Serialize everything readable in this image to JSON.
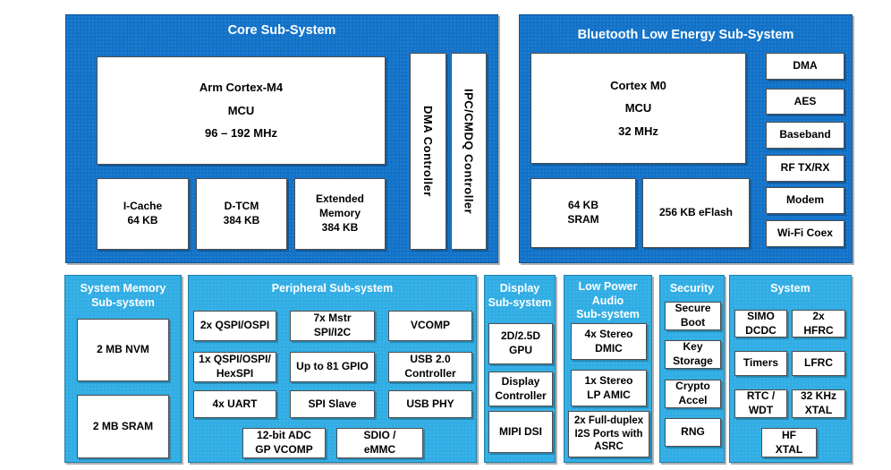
{
  "colors": {
    "dark_blue": "#1272C8",
    "light_blue": "#30ADE4",
    "block_background": "#FFFFFF",
    "header_text": "#FFFFFF",
    "block_text": "#000000"
  },
  "core": {
    "title": "Core Sub-System",
    "mcu_label": "Arm Cortex-M4\nMCU\n96 – 192 MHz",
    "icache_label": "I-Cache\n64 KB",
    "dtcm_label": "D-TCM\n384 KB",
    "extmem_label": "Extended\nMemory\n384 KB",
    "dma_controller_label": "DMA Controller",
    "ipc_controller_label": "IPC/CMDQ Controller"
  },
  "ble": {
    "title": "Bluetooth Low Energy Sub-System",
    "mcu_label": "Cortex M0\nMCU\n32 MHz",
    "sram_label": "64 KB\nSRAM",
    "eflash_label": "256 KB eFlash",
    "side_blocks": [
      "DMA",
      "AES",
      "Baseband",
      "RF TX/RX",
      "Modem",
      "Wi-Fi Coex"
    ]
  },
  "system_memory": {
    "title": "System Memory\nSub-system",
    "nvm_label": "2 MB NVM",
    "sram_label": "2 MB SRAM"
  },
  "peripheral": {
    "title": "Peripheral Sub-system",
    "blocks": [
      "2x QSPI/OSPI",
      "7x Mstr\nSPI/I2C",
      "VCOMP",
      "1x QSPI/OSPI/\nHexSPI",
      "Up to 81 GPIO",
      "USB 2.0\nController",
      "4x UART",
      "SPI Slave",
      "USB PHY",
      "12-bit ADC\nGP VCOMP",
      "SDIO /\neMMC"
    ]
  },
  "display": {
    "title": "Display\nSub-system",
    "blocks": [
      "2D/2.5D\nGPU",
      "Display\nController",
      "MIPI DSI"
    ]
  },
  "audio": {
    "title": "Low Power\nAudio\nSub-system",
    "blocks": [
      "4x Stereo\nDMIC",
      "1x Stereo\nLP AMIC",
      "2x Full-duplex\nI2S Ports with\nASRC"
    ]
  },
  "security": {
    "title": "Security",
    "blocks": [
      "Secure\nBoot",
      "Key\nStorage",
      "Crypto\nAccel",
      "RNG"
    ]
  },
  "system": {
    "title": "System",
    "blocks": [
      "SIMO\nDCDC",
      "2x\nHFRC",
      "Timers",
      "LFRC",
      "RTC /\nWDT",
      "32 KHz\nXTAL",
      "HF\nXTAL"
    ]
  }
}
